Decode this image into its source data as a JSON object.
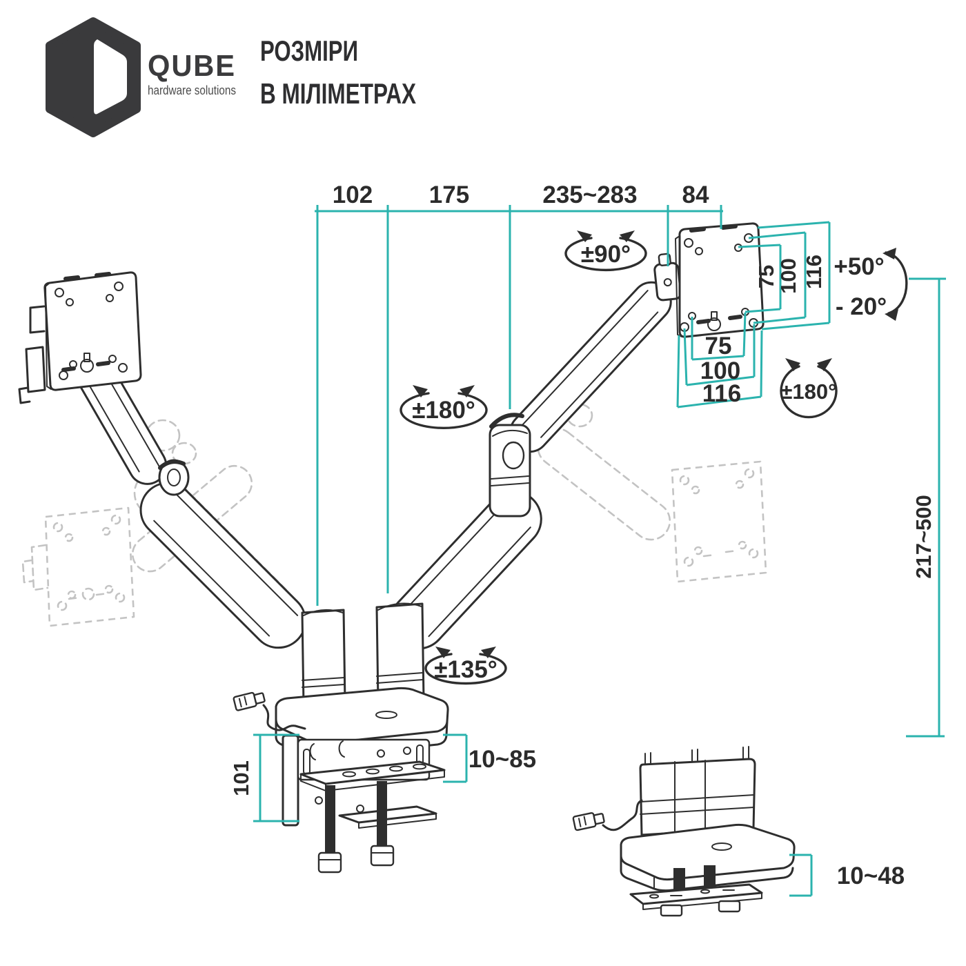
{
  "brand": {
    "name": "QUBE",
    "tagline": "hardware solutions"
  },
  "title": {
    "line1": "РОЗМІРИ",
    "line2": "В МІЛІМЕТРАХ"
  },
  "colors": {
    "accent": "#2bb3ae",
    "line": "#2e2e2e",
    "ghost": "#c3c3c3",
    "logo": "#3a3a3c",
    "text": "#2b2b2b"
  },
  "dimensions": {
    "top_segments": [
      "102",
      "175",
      "235~283",
      "84"
    ],
    "vesa_side": [
      "75",
      "100",
      "116"
    ],
    "vesa_bottom": [
      "75",
      "100",
      "116"
    ],
    "height_range": "217~500",
    "clamp_height": "101",
    "clamp_range": "10~85",
    "grommet_range": "10~48"
  },
  "angles": {
    "head_rotation": "±90°",
    "tilt_up": "+50°",
    "tilt_down": "- 20°",
    "head_swivel": "±180°",
    "elbow_swivel": "±180°",
    "base_swivel": "±135°"
  }
}
